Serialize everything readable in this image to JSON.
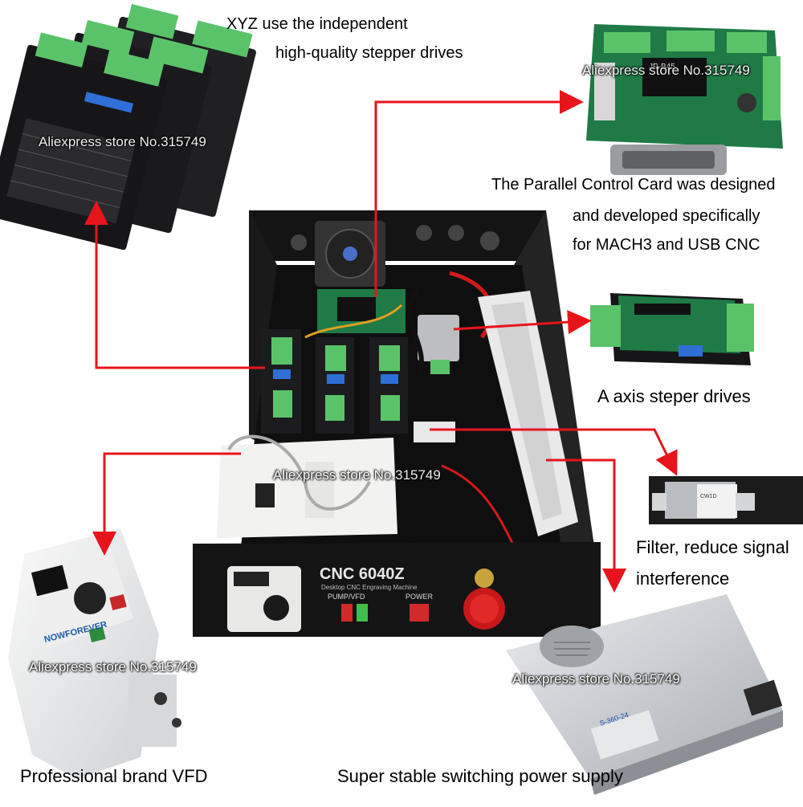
{
  "captions": {
    "drivers_line1": "XYZ use the independent",
    "drivers_line2": "high-quality stepper drives",
    "card_line1": "The Parallel Control Card was designed",
    "card_line2": "and developed specifically",
    "card_line3": "for MACH3 and USB CNC",
    "a_axis": "A axis steper drives",
    "filter_line1": "Filter, reduce signal",
    "filter_line2": "interference",
    "vfd": "Professional brand VFD",
    "psu": "Super stable switching power supply"
  },
  "watermark": "Aliexpress store No.315749",
  "panel": {
    "model": "CNC 6040Z",
    "subtitle": "Desktop CNC Engraving Machine",
    "pump_vfd_label": "PUMP/VFD",
    "power_label": "POWER"
  },
  "product_marks": {
    "vfd_brand": "NOWFOREVER",
    "psu_model": "S-360-24",
    "card_silk": "JP-B45",
    "filter_brand": "CW1D"
  },
  "colors": {
    "arrow": "#e8141c",
    "board_green": "#1f7a46",
    "terminal_green": "#5ac36a",
    "driver_black": "#1d1d1f",
    "case_black": "#161616",
    "stop_red": "#d01818"
  }
}
